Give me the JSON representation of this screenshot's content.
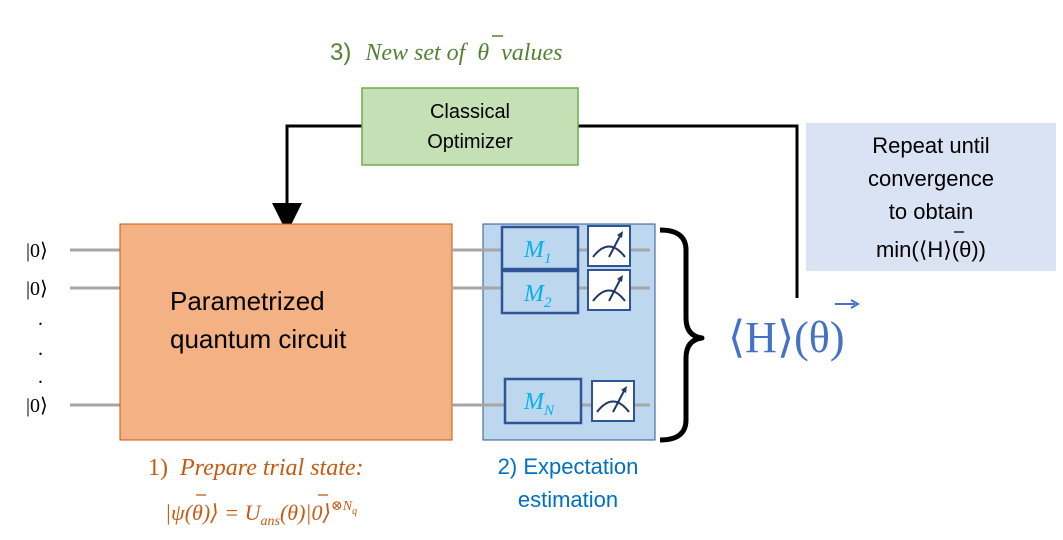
{
  "step3_label": {
    "num": "3)",
    "text": "New set of",
    "theta": "θ",
    "rest": "values"
  },
  "optimizer": {
    "line1": "Classical",
    "line2": "Optimizer"
  },
  "repeat_box": {
    "line1": "Repeat until",
    "line2": "convergence",
    "line3": "to obtain",
    "line4": "min(⟨H⟩(θ))"
  },
  "qubits": [
    "|0⟩",
    "|0⟩",
    ".",
    ".",
    ".",
    "|0⟩"
  ],
  "circuit": {
    "line1": "Parametrized",
    "line2": "quantum circuit"
  },
  "measurements": [
    {
      "base": "M",
      "sub": "1"
    },
    {
      "base": "M",
      "sub": "2"
    },
    {
      "base": "M",
      "sub": "N"
    }
  ],
  "expectation_value": "⟨H⟩(θ)",
  "step1_label": {
    "num": "1)",
    "text": "Prepare trial state:"
  },
  "trial_state": {
    "left": "|ψ(θ)⟩ = ",
    "u": "U",
    "u_sub": "ans",
    "mid": "(θ)|0⟩",
    "sup": "⊗N",
    "sup_sub": "q"
  },
  "step2_label": {
    "line1": "2) Expectation",
    "line2": "estimation"
  },
  "colors": {
    "green_text": "#548235",
    "optimizer_fill": "#c5e0b4",
    "optimizer_stroke": "#70ad47",
    "repeat_fill": "#dae3f3",
    "circuit_fill": "#f4b183",
    "circuit_stroke": "#c55a11",
    "meas_fill": "#bdd7ee",
    "meas_stroke": "#2f5597",
    "m_text": "#00b0f0",
    "blue_big": "#4472c4",
    "orange_text": "#c55a11",
    "step2_text": "#0070c0",
    "wire": "#a6a6a6"
  }
}
